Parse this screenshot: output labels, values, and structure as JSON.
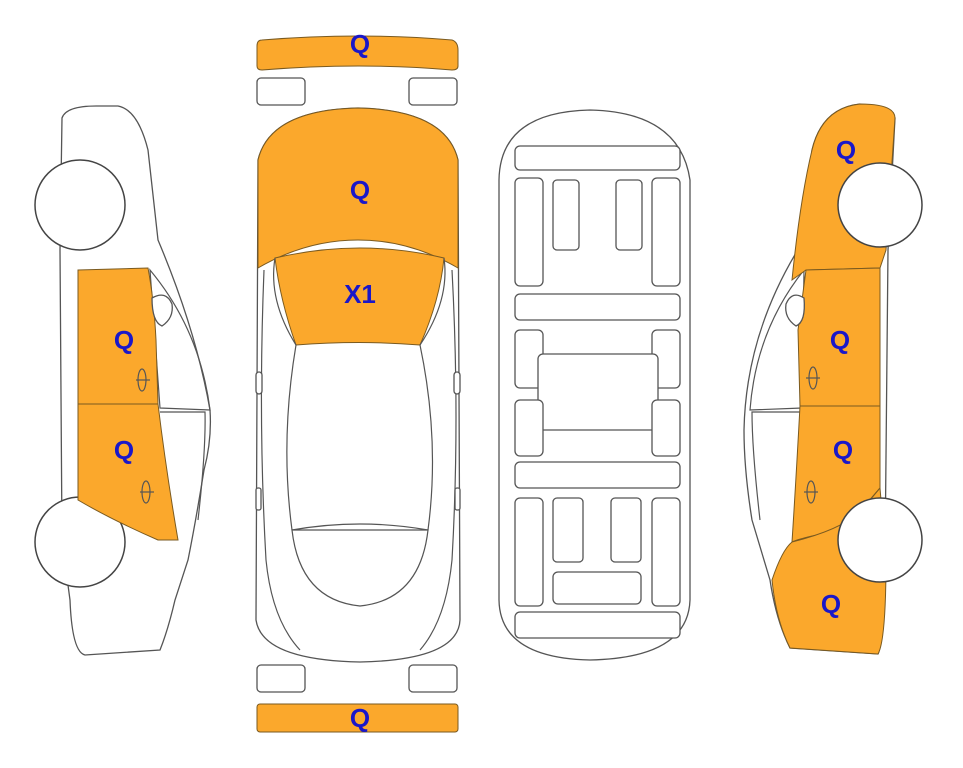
{
  "colors": {
    "damaged_fill": "#FBA82C",
    "label_color": "#1A17C9",
    "outline": "#555555",
    "background": "#FFFFFF"
  },
  "labels": {
    "front_bumper": "Q",
    "hood": "Q",
    "windshield": "X1",
    "rear_bumper": "Q",
    "left_front_door": "Q",
    "left_rear_door": "Q",
    "right_front_fender": "Q",
    "right_front_door": "Q",
    "right_rear_door": "Q",
    "right_rear_quarter": "Q"
  }
}
